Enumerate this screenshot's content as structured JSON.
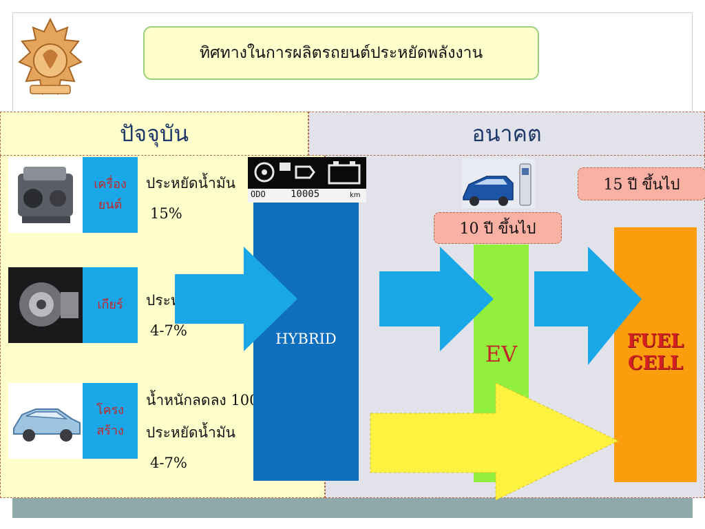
{
  "title": "ทิศทางในการผลิตรถยนต์ประหยัดพลังงาน",
  "current": {
    "header": "ปัจจุบัน",
    "items": [
      {
        "label_line1": "เครื่อง",
        "label_line2": "ยนต์",
        "text_line1": "ประหยัดน้ำมัน",
        "text_line2": "15%"
      },
      {
        "label_line1": "เกียร์",
        "text_line1": "ประหยัดน้ำมัน",
        "text_line2": "4-7%"
      },
      {
        "label_line1": "โครง",
        "label_line2": "สร้าง",
        "text_line1": "น้ำหนักลดลง 100 กก.",
        "text_line2": "ประหยัดน้ำมัน",
        "text_line3": "4-7%"
      }
    ]
  },
  "future": {
    "header": "อนาคต",
    "ev_timeframe": "10 ปี ขึ้นไป",
    "fc_timeframe": "15 ปี ขึ้นไป"
  },
  "stages": {
    "hybrid": "HYBRID",
    "ev": "EV",
    "fuel_cell_line1": "FUEL",
    "fuel_cell_line2": "CELL"
  },
  "dashboard": {
    "odo_label": "ODO",
    "odo_value": "10005",
    "odo_unit": "km"
  },
  "colors": {
    "label_box": "#1aa7e8",
    "hybrid": "#0d6fbe",
    "ev": "#92f03c",
    "fuel_cell": "#fb9d0c",
    "arrow_blue": "#1aa7e8",
    "arrow_yellow": "#fef240"
  },
  "icons": [
    "emblem-icon",
    "engine-icon",
    "gearbox-icon",
    "car-body-icon",
    "dashboard-icon",
    "ev-charging-icon"
  ]
}
